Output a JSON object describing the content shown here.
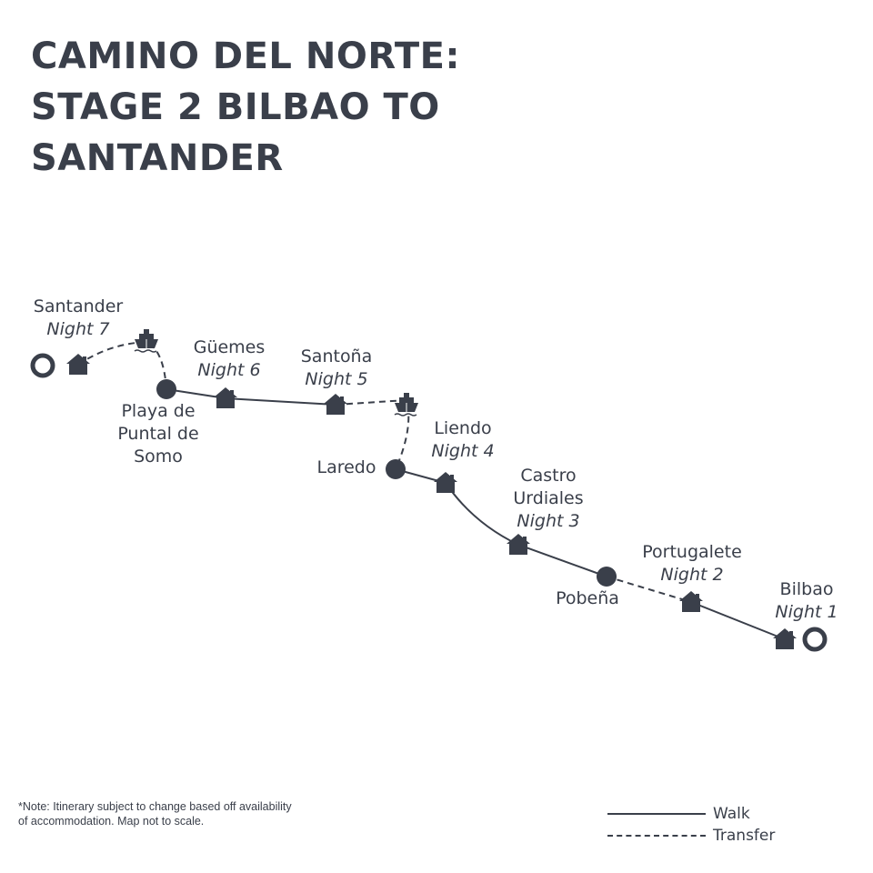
{
  "title": "CAMINO DEL NORTE: STAGE 2 BILBAO TO SANTANDER",
  "places": {
    "santander": {
      "name": "Santander",
      "night": "Night 7"
    },
    "guemes": {
      "name": "Güemes",
      "night": "Night 6"
    },
    "santona": {
      "name": "Santoña",
      "night": "Night 5"
    },
    "playa": {
      "name": "Playa de Puntal de Somo"
    },
    "liendo": {
      "name": "Liendo",
      "night": "Night 4"
    },
    "laredo": {
      "name": "Laredo"
    },
    "castro": {
      "name": "Castro Urdiales",
      "night": "Night 3"
    },
    "portugalete": {
      "name": "Portugalete",
      "night": "Night 2"
    },
    "pobena": {
      "name": "Pobeña"
    },
    "bilbao": {
      "name": "Bilbao",
      "night": "Night 1"
    }
  },
  "note": "*Note: Itinerary  subject to change based off availability of accommodation. Map not to scale.",
  "legend": {
    "walk": "Walk",
    "transfer": "Transfer"
  },
  "colors": {
    "ink": "#3a3f4a"
  }
}
